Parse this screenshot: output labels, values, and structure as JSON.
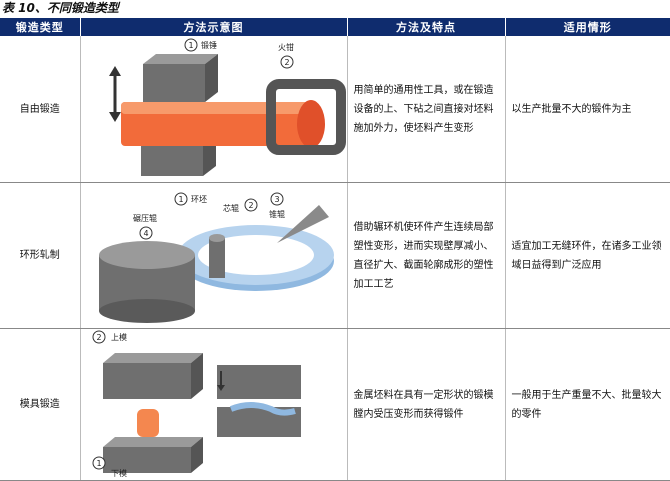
{
  "title": "表 10、不同锻造类型",
  "headers": [
    "锻造类型",
    "方法示意图",
    "方法及特点",
    "适用情形"
  ],
  "rows": [
    {
      "type": "自由锻造",
      "method": "用简单的通用性工具，或在锻造设备的上、下砧之间直接对坯料施加外力，使坯料产生变形",
      "usage": "以生产批量不大的锻件为主",
      "labels": [
        {
          "num": "1",
          "text": "锻锤"
        },
        {
          "num": "2",
          "text": "火钳"
        }
      ]
    },
    {
      "type": "环形轧制",
      "method": "借助辗环机使环件产生连续局部塑性变形，进而实现壁厚减小、直径扩大、截面轮廓成形的塑性加工工艺",
      "usage": "适宜加工无缝环件，在诸多工业领域日益得到广泛应用",
      "labels": [
        {
          "num": "1",
          "text": "环坯"
        },
        {
          "num": "2",
          "text": "芯辊"
        },
        {
          "num": "3",
          "text": "锥辊"
        },
        {
          "num": "4",
          "text": "碾压辊"
        }
      ]
    },
    {
      "type": "模具锻造",
      "method": "金属坯料在具有一定形状的锻模膛内受压变形而获得锻件",
      "usage": "一般用于生产重量不大、批量较大的零件",
      "labels": [
        {
          "num": "2",
          "text": "上模"
        },
        {
          "num": "1",
          "text": "下模"
        }
      ]
    }
  ],
  "colors": {
    "header_bg": "#0f2c6e",
    "billet_hot": "#f26b3a",
    "ring_blue": "#8fb8e0",
    "metal_gray": "#6f6f6f"
  }
}
